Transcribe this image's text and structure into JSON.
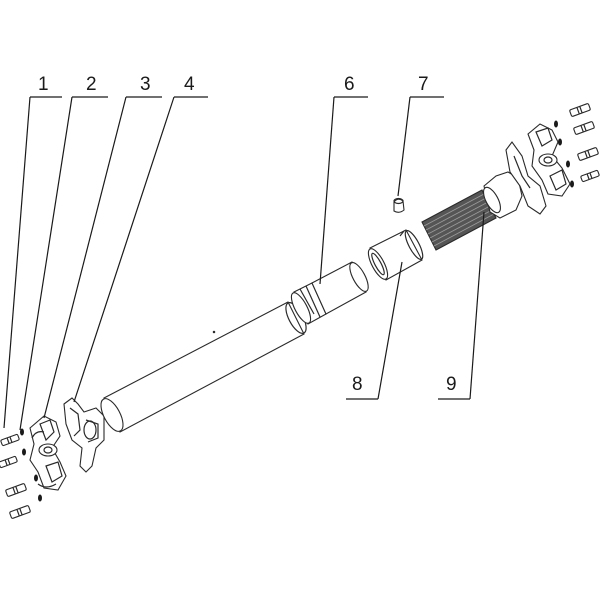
{
  "diagram": {
    "callouts": [
      {
        "id": "1",
        "label": "1"
      },
      {
        "id": "2",
        "label": "2"
      },
      {
        "id": "3",
        "label": "3"
      },
      {
        "id": "4",
        "label": "4"
      },
      {
        "id": "6",
        "label": "6"
      },
      {
        "id": "7",
        "label": "7"
      },
      {
        "id": "8",
        "label": "8"
      },
      {
        "id": "9",
        "label": "9"
      }
    ],
    "colors": {
      "line": "#2a2a2a",
      "spline": "#555555",
      "background": "#ffffff"
    }
  }
}
